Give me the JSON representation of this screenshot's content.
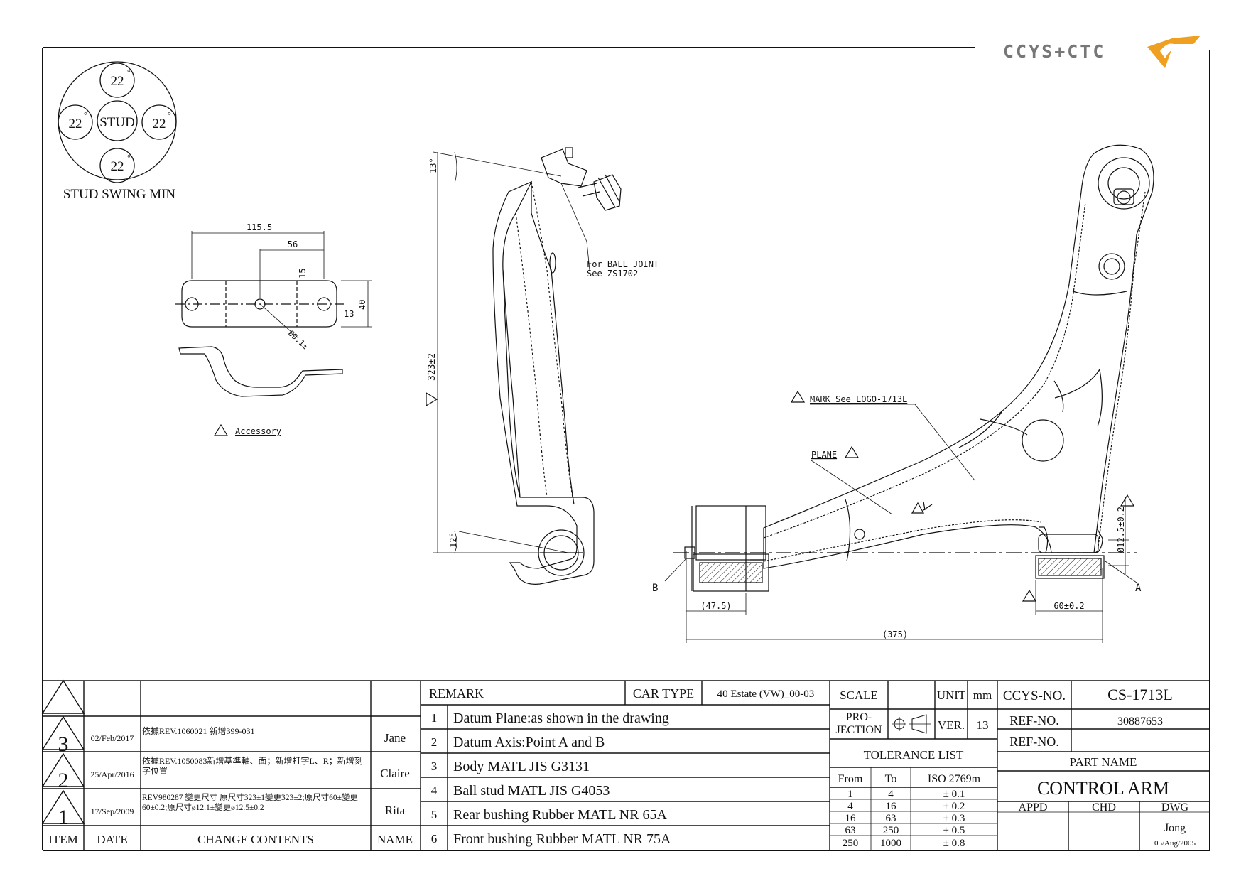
{
  "logo": {
    "text": "CCYS+CTC"
  },
  "stud_swing": {
    "center_label": "STUD",
    "angles": [
      "22",
      "22",
      "22",
      "22"
    ],
    "degree_mark": "°",
    "caption": "STUD SWING MIN"
  },
  "accessory": {
    "dims": [
      "115.5",
      "56",
      "15",
      "40",
      "13",
      "Ø9.1±"
    ],
    "note_symbol": "△",
    "label": "Accessory"
  },
  "side_view": {
    "dim_top": "13°",
    "dim_bottom": "12°",
    "dim_length": "323±2",
    "ball_joint_note": [
      "For BALL JOINT",
      "See ZS1702"
    ]
  },
  "main_view": {
    "mark_note": "MARK See LOGO-1713L",
    "plane_label": "PLANE",
    "point_a": "A",
    "point_b": "B",
    "dim_bushing": "Ø12.5±0.2",
    "dim_47": "(47.5)",
    "dim_60": "60±0.2",
    "dim_375": "(375)"
  },
  "revisions": {
    "headers": {
      "item": "ITEM",
      "date": "DATE",
      "contents": "CHANGE CONTENTS",
      "name": "NAME"
    },
    "rows": [
      {
        "item": "3",
        "date": "02/Feb/2017",
        "contents": "依據REV.1060021 新增399-031",
        "name": "Jane"
      },
      {
        "item": "2",
        "date": "25/Apr/2016",
        "contents": "依據REV.1050083新增基準軸、面；新增打字L、R；新增刻字位置",
        "name": "Claire"
      },
      {
        "item": "1",
        "date": "17/Sep/2009",
        "contents": "REV980287 變更尺寸 原尺寸323±1變更323±2;原尺寸60±變更60±0.2;原尺寸ø12.1±變更ø12.5±0.2",
        "name": "Rita"
      }
    ]
  },
  "remarks": {
    "header": "REMARK",
    "car_type_label": "CAR TYPE",
    "car_type": "40 Estate (VW)_00-03",
    "items": [
      {
        "n": "1",
        "text": "Datum Plane:as shown in the drawing"
      },
      {
        "n": "2",
        "text": "Datum Axis:Point A and B"
      },
      {
        "n": "3",
        "text": "Body MATL JIS G3131"
      },
      {
        "n": "4",
        "text": "Ball stud MATL JIS G4053"
      },
      {
        "n": "5",
        "text": "Rear bushing Rubber MATL NR 65A"
      },
      {
        "n": "6",
        "text": "Front bushing Rubber MATL NR 75A"
      }
    ]
  },
  "title_block": {
    "scale_label": "SCALE",
    "unit_label": "UNIT",
    "unit": "mm",
    "projection_label": [
      "PRO-",
      "JECTION"
    ],
    "ver_label": "VER.",
    "ver": "13",
    "ccys_no_label": "CCYS-NO.",
    "ccys_no": "CS-1713L",
    "ref_no_label": "REF-NO.",
    "ref_no": "30887653",
    "ref_no2_label": "REF-NO.",
    "part_name_label": "PART NAME",
    "part_name": "CONTROL ARM",
    "tolerance_title": "TOLERANCE LIST",
    "tol_headers": [
      "From",
      "To",
      "ISO 2769m"
    ],
    "tolerances": [
      [
        "1",
        "4",
        "± 0.1"
      ],
      [
        "4",
        "16",
        "± 0.2"
      ],
      [
        "16",
        "63",
        "± 0.3"
      ],
      [
        "63",
        "250",
        "± 0.5"
      ],
      [
        "250",
        "1000",
        "± 0.8"
      ]
    ],
    "appd_label": "APPD",
    "chd_label": "CHD",
    "dwg_label": "DWG",
    "dwg_name": "Jong",
    "dwg_date": "05/Aug/2005"
  }
}
